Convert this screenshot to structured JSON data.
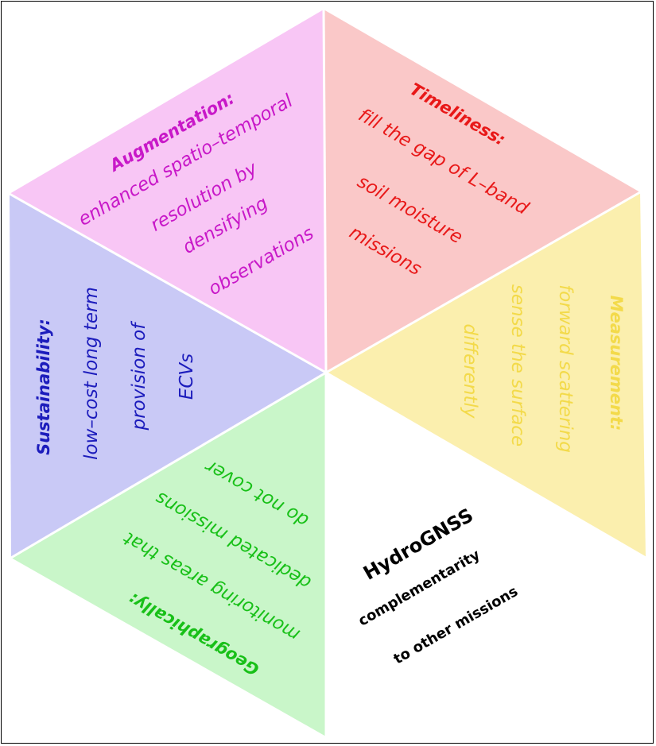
{
  "colors": {
    "augmentation": "#f8c6f5",
    "timeliness": "#fac8c8",
    "measurement": "#fbefae",
    "sustainability": "#c9c9f6",
    "geographically": "#c9f6c9",
    "center_segment": "#ffffff",
    "augmentation_text": "#c818c8",
    "timeliness_text": "#e81818",
    "measurement_text": "#f3da4a",
    "sustainability_text": "#1c1cbc",
    "geographically_text": "#18c018",
    "center_text": "#000000"
  },
  "segments": {
    "augmentation": {
      "title": "Augmentation:",
      "lines": [
        "enhanced spatio–temporal",
        "resolution by",
        "densifying",
        "observations"
      ]
    },
    "timeliness": {
      "title": "Timeliness:",
      "lines": [
        "fill the gap of L–band",
        "soil moisture",
        "missions"
      ]
    },
    "measurement": {
      "title": "Measurement:",
      "lines": [
        "forward scattering",
        "sense the surface",
        "differently"
      ]
    },
    "sustainability": {
      "title": "Sustainability:",
      "lines": [
        "low–cost long term",
        "provision of",
        "ECVs"
      ]
    },
    "geographically": {
      "title": "Geographically:",
      "lines": [
        "monitoring areas that",
        "dedicated missions",
        "do not cover"
      ]
    },
    "center": {
      "title": "HydroGNSS",
      "lines": [
        "complementarity",
        "to other missions"
      ]
    }
  }
}
